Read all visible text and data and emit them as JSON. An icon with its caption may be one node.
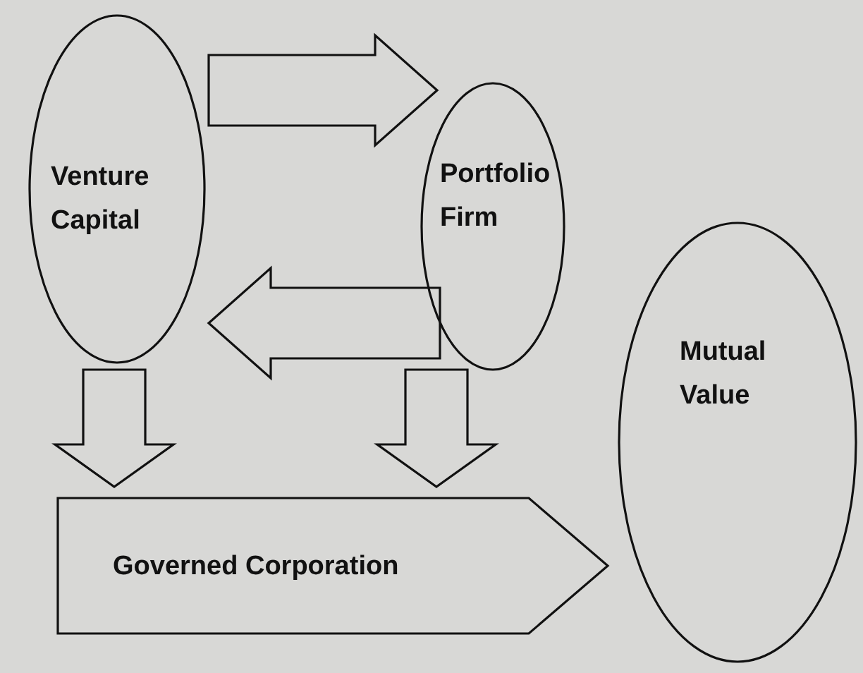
{
  "diagram": {
    "nodes": [
      {
        "text": [
          "Venture Capital"
        ]
      },
      {
        "text": [
          "Portfolio Firm"
        ]
      },
      {
        "text": [
          "Mutual Value"
        ]
      },
      {
        "text": [
          "Governed Corporation"
        ]
      }
    ],
    "edges": [
      {
        "from": 0,
        "to": 1,
        "arrow": "to"
      },
      {
        "from": 1,
        "to": 0,
        "arrow": "to"
      },
      {
        "from": 0,
        "to": 3,
        "arrow": "to"
      },
      {
        "from": 1,
        "to": 3,
        "arrow": "to"
      }
    ]
  }
}
